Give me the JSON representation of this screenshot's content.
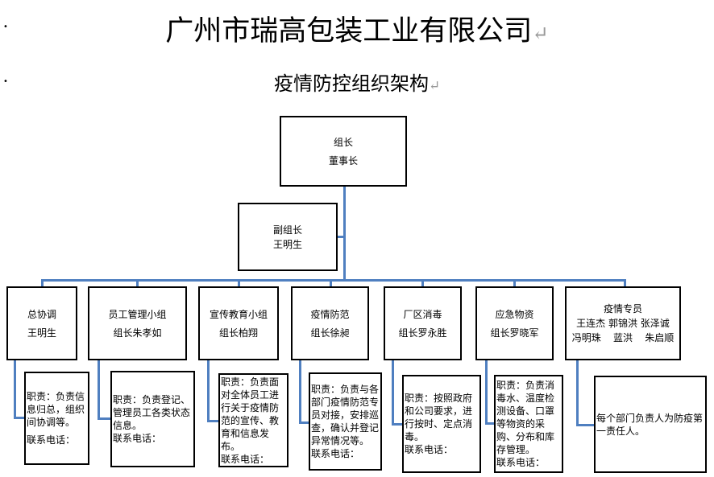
{
  "title": "广州市瑞高包装工业有限公司",
  "subtitle": "疫情防控组织架构",
  "leader": {
    "role": "组长",
    "name": "董事长"
  },
  "vice": {
    "role": "副组长",
    "name": "王明生"
  },
  "depts": [
    {
      "title": "总协调",
      "name": "王明生",
      "duty": "职责：负责信息归总，组织间协调等。",
      "phone": "联系电话："
    },
    {
      "title": "员工管理小组",
      "name": "组长朱孝如",
      "duty": "职责：负责登记、管理员工各类状态信息。",
      "phone": "联系电话："
    },
    {
      "title": "宣传教育小组",
      "name": "组长柏翔",
      "duty": "职责：负责面对全体员工进行关于疫情防范的宣传、教育和信息发布。",
      "phone": "联系电话："
    },
    {
      "title": "疫情防范",
      "name": "组长徐昶",
      "duty": "职责：负责与各部门疫情防范专员对接，安排巡查，确认并登记异常情况等。",
      "phone": "联系电话："
    },
    {
      "title": "厂区消毒",
      "name": "组长罗永胜",
      "duty": "职责：按照政府和公司要求，进行按时、定点消毒。",
      "phone": "联系电话："
    },
    {
      "title": "应急物资",
      "name": "组长罗晓军",
      "duty": "职责：负责消毒水、温度检测设备、口罩等物资的采购、分布和库存管理。",
      "phone": "联系电话："
    },
    {
      "title": "疫情专员",
      "names": [
        "王连杰 郭锦洪 张泽诚",
        "冯明珠    蓝洪    朱启顺"
      ],
      "duty": "每个部门负责人为防疫第一责任人。"
    }
  ],
  "colors": {
    "connector": "#4f7fc0"
  }
}
